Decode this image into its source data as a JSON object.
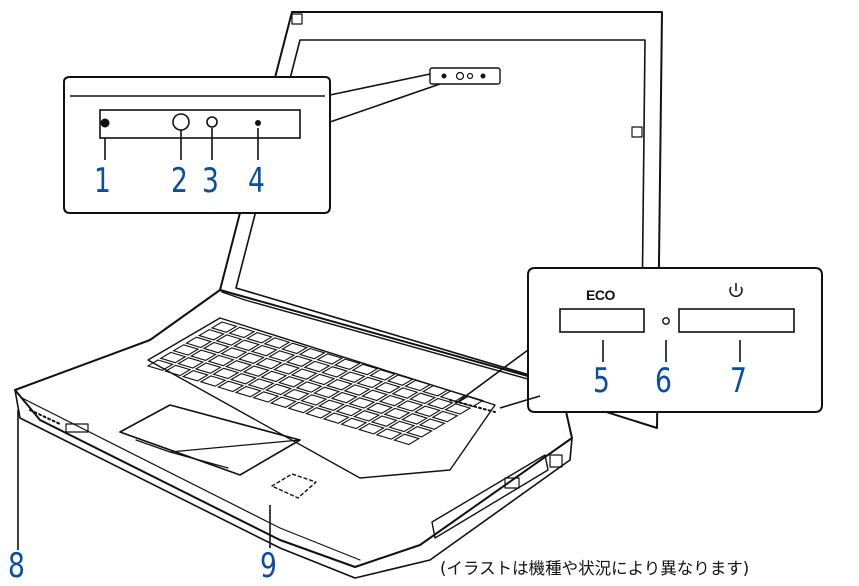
{
  "callouts": {
    "c1": "1",
    "c2": "2",
    "c3": "3",
    "c4": "4",
    "c5": "5",
    "c6": "6",
    "c7": "7",
    "c8": "8",
    "c9": "9"
  },
  "buttons": {
    "eco_label": "ECO"
  },
  "caption": "(イラストは機種や状況により異なります)",
  "colors": {
    "callout_number": "#0a4da2",
    "outline": "#111111"
  }
}
